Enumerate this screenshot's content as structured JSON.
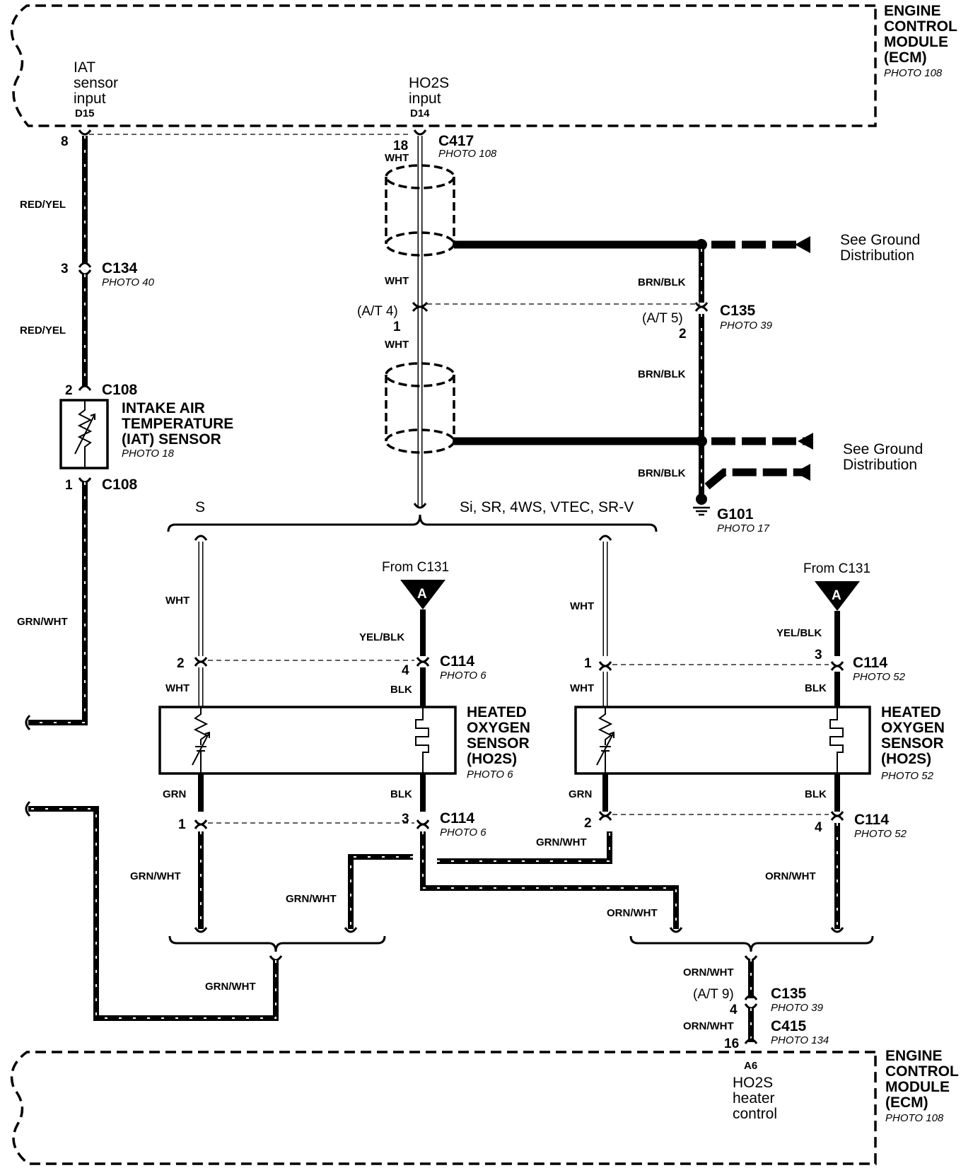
{
  "ecm_top": {
    "title": [
      "ENGINE",
      "CONTROL",
      "MODULE",
      "(ECM)"
    ],
    "photo": "PHOTO 108"
  },
  "ecm_bottom": {
    "title": [
      "ENGINE",
      "CONTROL",
      "MODULE",
      "(ECM)"
    ],
    "photo": "PHOTO 108"
  },
  "ecm_pins": {
    "iat": {
      "lines": [
        "IAT",
        "sensor",
        "input"
      ],
      "pin": "D15"
    },
    "ho2s": {
      "lines": [
        "HO2S",
        "input"
      ],
      "pin": "D14"
    },
    "heater": {
      "lines": [
        "HO2S",
        "heater",
        "control"
      ],
      "pin": "A6"
    }
  },
  "connectors": {
    "c417": {
      "name": "C417",
      "photo": "PHOTO 108",
      "pin_iat": "8",
      "pin_ho2s": "18"
    },
    "c134": {
      "name": "C134",
      "photo": "PHOTO 40",
      "pin": "3"
    },
    "c108_top": {
      "name": "C108",
      "pin": "2"
    },
    "c108_bot": {
      "name": "C108",
      "pin": "1"
    },
    "c135_mid": {
      "name": "C135",
      "photo": "PHOTO 39",
      "at_left": "(A/T 4)",
      "pin_left": "1",
      "at_right": "(A/T 5)",
      "pin_right": "2"
    },
    "c114_lt": {
      "name": "C114",
      "photo": "PHOTO 6",
      "pin_left": "2",
      "pin_right": "4"
    },
    "c114_lb": {
      "name": "C114",
      "photo": "PHOTO 6",
      "pin_left": "1",
      "pin_right": "3"
    },
    "c114_rt": {
      "name": "C114",
      "photo": "PHOTO 52",
      "pin_left": "1",
      "pin_right": "3"
    },
    "c114_rb": {
      "name": "C114",
      "photo": "PHOTO 52",
      "pin_left": "2",
      "pin_right": "4"
    },
    "c135_bot": {
      "name": "C135",
      "photo": "PHOTO 39",
      "at": "(A/T 9)",
      "pin": "4"
    },
    "c415": {
      "name": "C415",
      "photo": "PHOTO 134",
      "pin": "16"
    }
  },
  "iat_sensor": {
    "lines": [
      "INTAKE AIR",
      "TEMPERATURE",
      "(IAT) SENSOR"
    ],
    "photo": "PHOTO 18"
  },
  "ho2s_left": {
    "lines": [
      "HEATED",
      "OXYGEN",
      "SENSOR",
      "(HO2S)"
    ],
    "photo": "PHOTO 6"
  },
  "ho2s_right": {
    "lines": [
      "HEATED",
      "OXYGEN",
      "SENSOR",
      "(HO2S)"
    ],
    "photo": "PHOTO 52"
  },
  "ground": {
    "name": "G101",
    "photo": "PHOTO 17",
    "see1": [
      "See Ground",
      "Distribution"
    ],
    "see2": [
      "See Ground",
      "Distribution"
    ]
  },
  "from_label": {
    "left": "From C131",
    "right": "From C131",
    "letter": "A"
  },
  "variants": {
    "s": "S",
    "others": "Si, SR, 4WS, VTEC, SR-V"
  },
  "wire_colors": {
    "red_yel": "RED/YEL",
    "grn_wht": "GRN/WHT",
    "wht": "WHT",
    "brn_blk": "BRN/BLK",
    "yel_blk": "YEL/BLK",
    "blk": "BLK",
    "grn": "GRN",
    "orn_wht": "ORN/WHT"
  }
}
